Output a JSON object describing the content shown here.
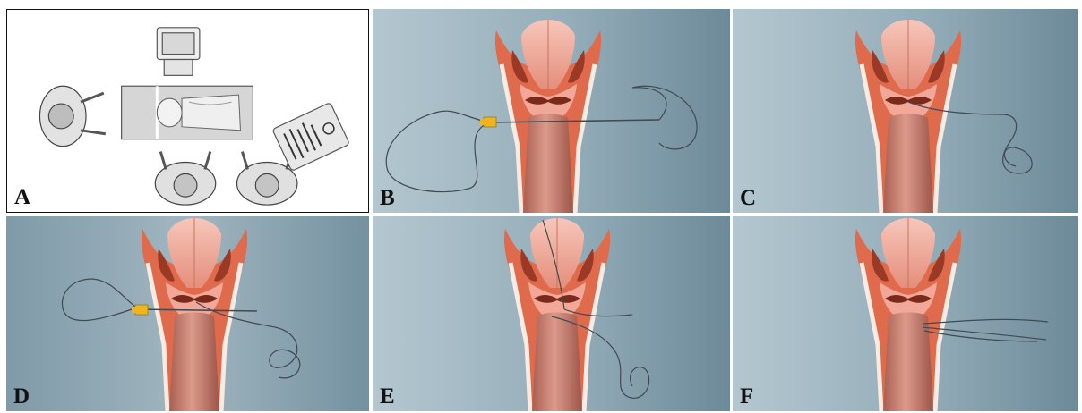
{
  "panels": [
    {
      "id": "A",
      "label": "A",
      "scene": "operating-room-layout"
    },
    {
      "id": "B",
      "label": "B",
      "scene": "needle-insertion"
    },
    {
      "id": "C",
      "label": "C",
      "scene": "suture-placed"
    },
    {
      "id": "D",
      "label": "D",
      "scene": "second-needle-pass"
    },
    {
      "id": "E",
      "label": "E",
      "scene": "suture-retrieval"
    },
    {
      "id": "F",
      "label": "F",
      "scene": "suture-ends-tied"
    }
  ],
  "colors": {
    "background_light": "#aec3cd",
    "background_dark": "#6f8d9c",
    "muscle": "#e06b4c",
    "muscle_dark": "#c2482f",
    "mucosa": "#f2a898",
    "epiglottis": "#efb2a4",
    "trachea": "#c98476",
    "cartilage_stripe": "#f7ebe3",
    "suture": "#3f4a52",
    "needle_hub": "#f0b51c",
    "label": "#111111"
  }
}
